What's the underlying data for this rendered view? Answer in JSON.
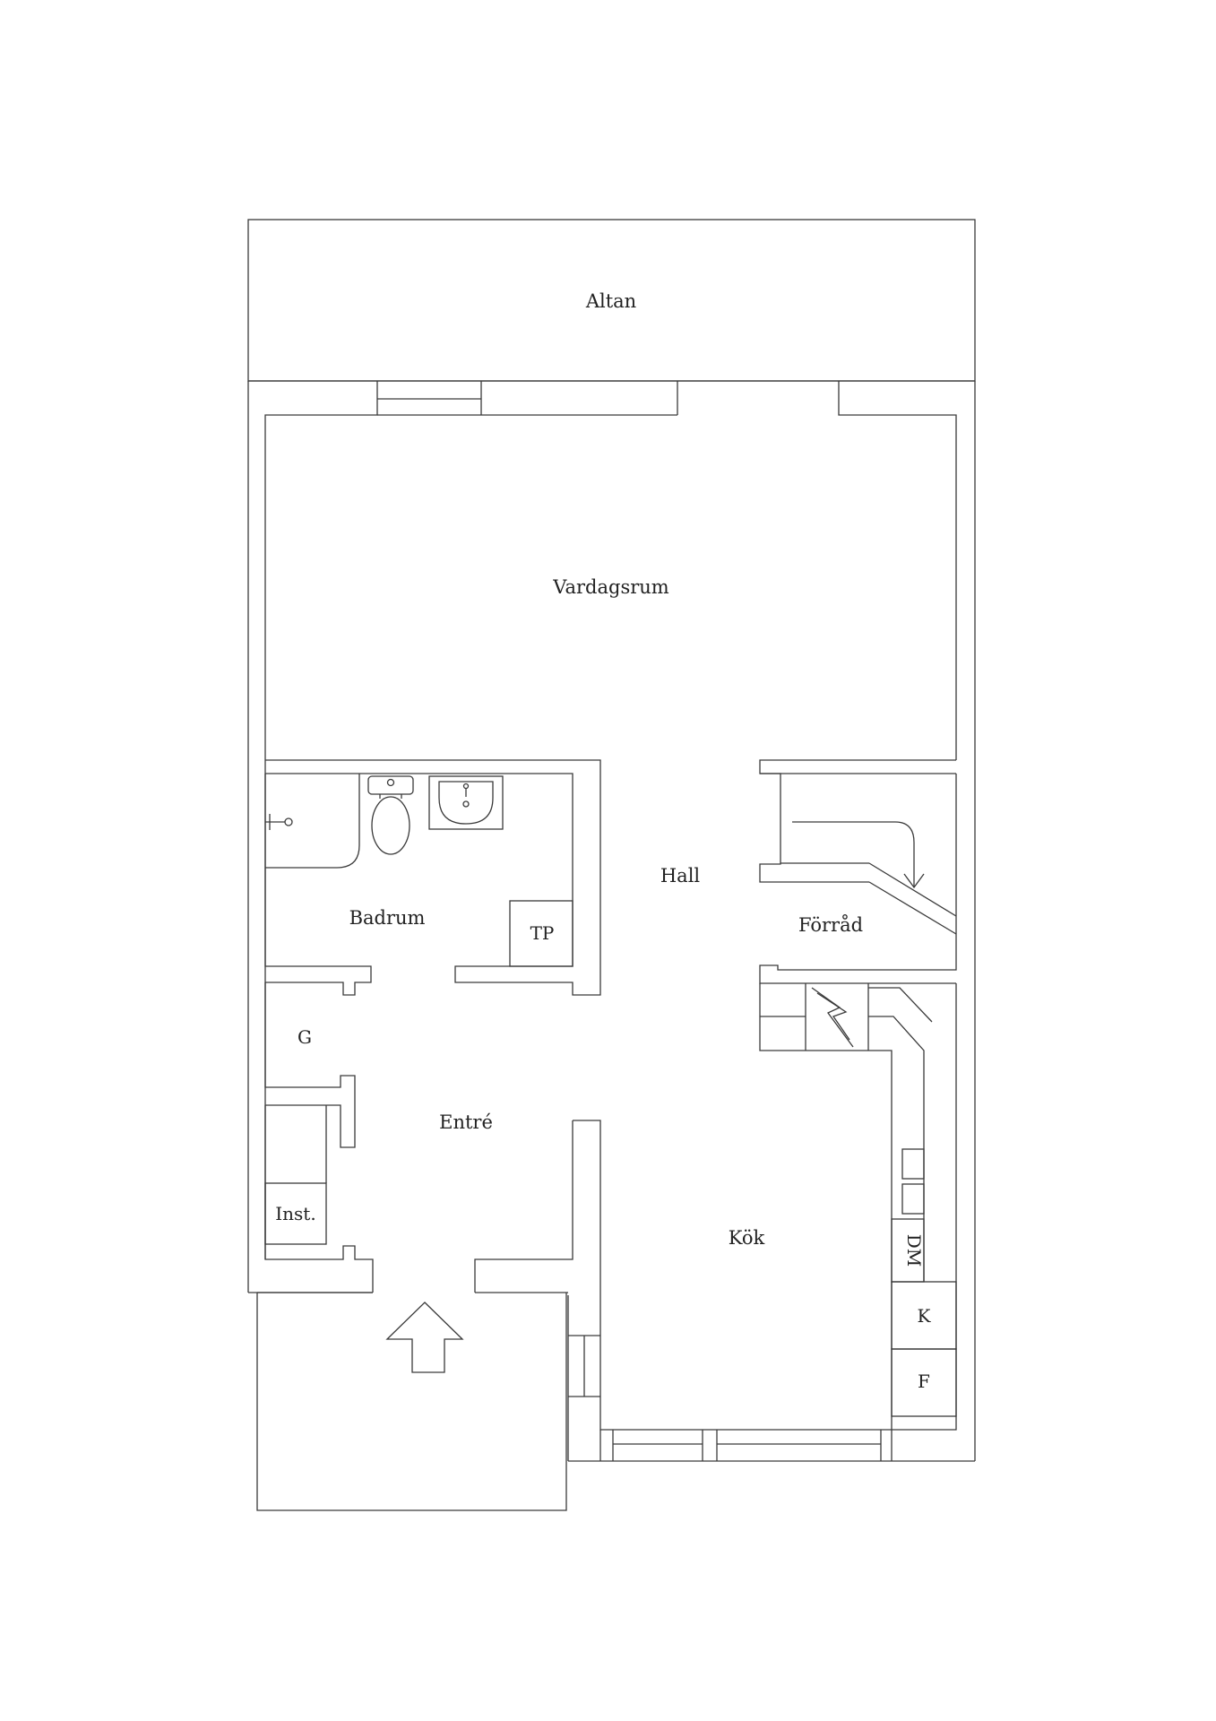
{
  "plan": {
    "rooms": {
      "altan": "Altan",
      "vardagsrum": "Vardagsrum",
      "hall": "Hall",
      "badrum": "Badrum",
      "forrad": "Förråd",
      "entre": "Entré",
      "kok": "Kök"
    },
    "fixtures": {
      "tp": "TP",
      "g": "G",
      "inst": "Inst.",
      "dm": "DM",
      "k": "K",
      "f": "F"
    },
    "icons": {
      "entrance": "entrance-arrow-icon",
      "stairs": "stairs-arrow-icon",
      "electrical": "electrical-panel-icon",
      "toilet": "toilet-icon",
      "sink": "sink-icon",
      "shower": "shower-icon"
    },
    "colors": {
      "line": "#3a3a3a",
      "background": "#ffffff"
    }
  }
}
